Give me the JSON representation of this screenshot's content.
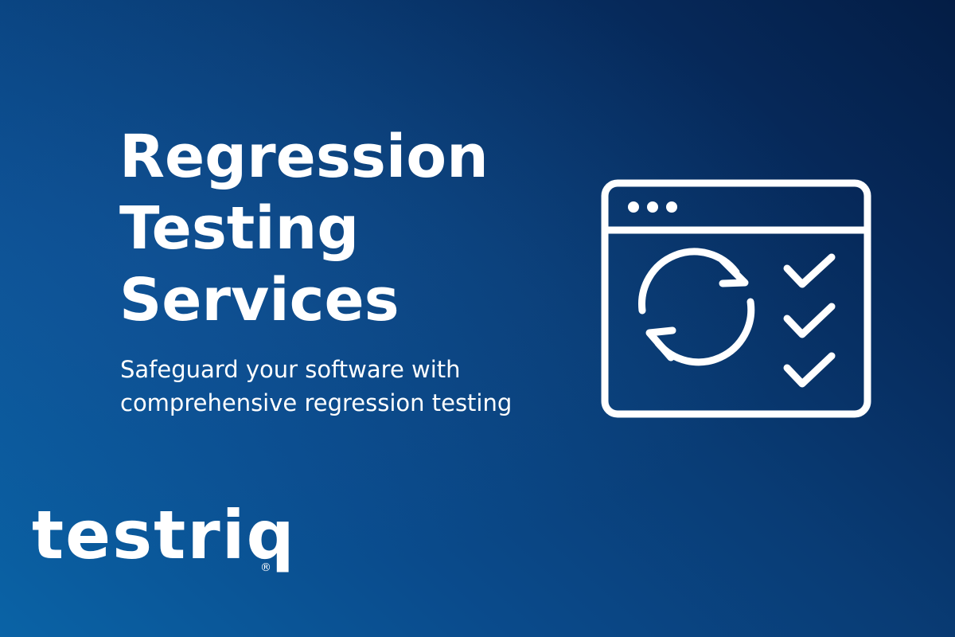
{
  "hero": {
    "headline_lines": [
      "Regression",
      "Testing",
      "Services"
    ],
    "subtitle_lines": [
      "Safeguard your software with",
      "comprehensive regression testing"
    ]
  },
  "brand": {
    "logo_text": "testriq",
    "trademark": "®"
  },
  "illustration": {
    "icons": [
      "browser-window-icon",
      "refresh-cycle-icon",
      "checkmark-icon",
      "checkmark-icon",
      "checkmark-icon"
    ]
  },
  "colors": {
    "background_start": "#0a63a6",
    "background_end": "#041d45",
    "foreground": "#ffffff"
  }
}
